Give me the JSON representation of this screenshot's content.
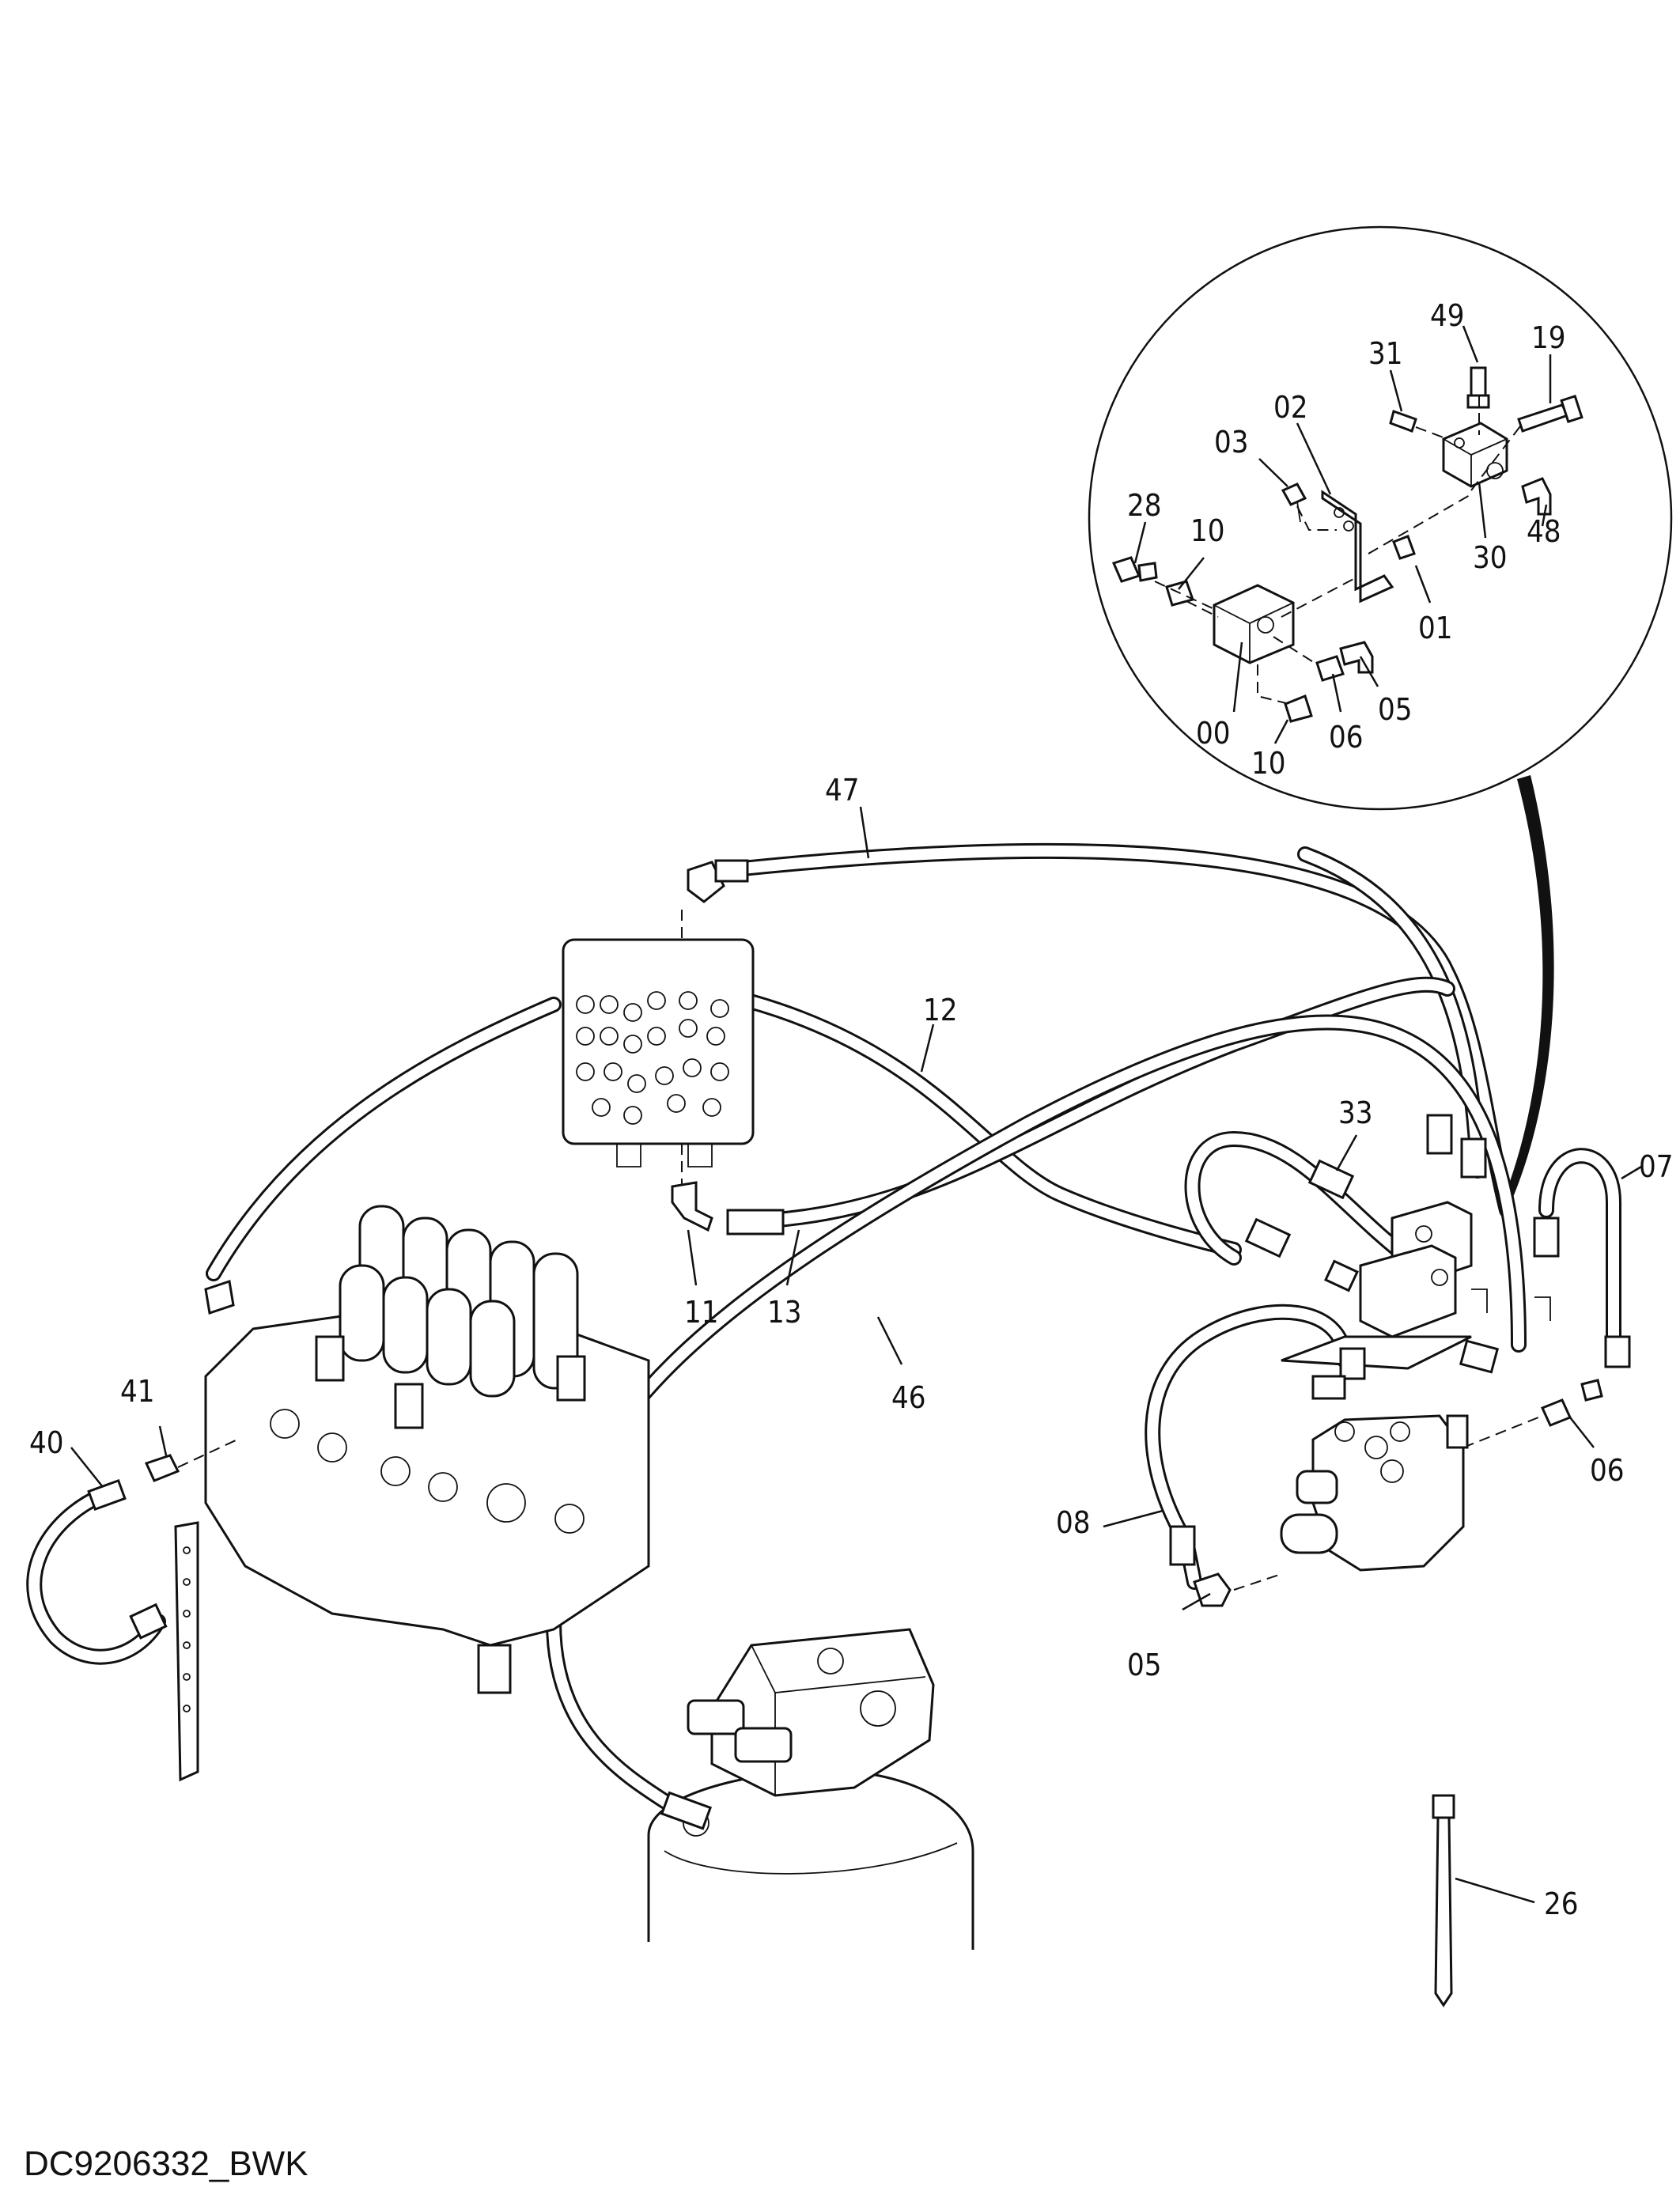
{
  "drawing": {
    "code": "DC9206332_BWK"
  },
  "callouts": [
    {
      "id": "49",
      "label": "49"
    },
    {
      "id": "19",
      "label": "19"
    },
    {
      "id": "31",
      "label": "31"
    },
    {
      "id": "02",
      "label": "02"
    },
    {
      "id": "03",
      "label": "03"
    },
    {
      "id": "28",
      "label": "28"
    },
    {
      "id": "10a",
      "label": "10"
    },
    {
      "id": "48",
      "label": "48"
    },
    {
      "id": "30",
      "label": "30"
    },
    {
      "id": "01",
      "label": "01"
    },
    {
      "id": "05a",
      "label": "05"
    },
    {
      "id": "00",
      "label": "00"
    },
    {
      "id": "06a",
      "label": "06"
    },
    {
      "id": "10b",
      "label": "10"
    },
    {
      "id": "47",
      "label": "47"
    },
    {
      "id": "12",
      "label": "12"
    },
    {
      "id": "33",
      "label": "33"
    },
    {
      "id": "07",
      "label": "07"
    },
    {
      "id": "11",
      "label": "11"
    },
    {
      "id": "13",
      "label": "13"
    },
    {
      "id": "46",
      "label": "46"
    },
    {
      "id": "41",
      "label": "41"
    },
    {
      "id": "40",
      "label": "40"
    },
    {
      "id": "06b",
      "label": "06"
    },
    {
      "id": "08",
      "label": "08"
    },
    {
      "id": "05b",
      "label": "05"
    },
    {
      "id": "26",
      "label": "26"
    }
  ]
}
